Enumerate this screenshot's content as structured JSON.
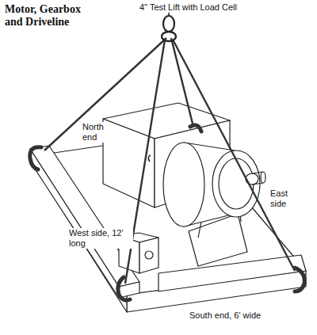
{
  "diagram": {
    "title": "Motor, Gearbox and Driveline",
    "labels": [
      "4\" Test Lift with Load Cell",
      "North end",
      "East side",
      "West side, 12' long",
      "South end, 6' wide"
    ]
  }
}
